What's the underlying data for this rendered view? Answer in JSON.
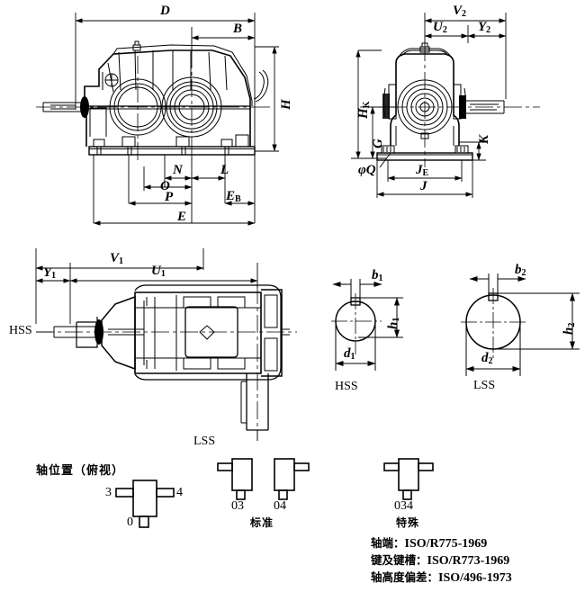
{
  "drawing": {
    "title": "Bevel-helical gear reducer outline dimension drawing",
    "views": {
      "front": {
        "name": "front-elevation-view"
      },
      "end": {
        "name": "end-elevation-view"
      },
      "plan": {
        "name": "plan-view"
      },
      "hss_section": {
        "name": "hss-shaft-section"
      },
      "lss_section": {
        "name": "lss-shaft-section"
      }
    }
  },
  "dimensions": {
    "front": [
      {
        "id": "D",
        "base": "D",
        "sub": ""
      },
      {
        "id": "B",
        "base": "B",
        "sub": ""
      },
      {
        "id": "H",
        "base": "H",
        "sub": ""
      },
      {
        "id": "N",
        "base": "N",
        "sub": ""
      },
      {
        "id": "L",
        "base": "L",
        "sub": ""
      },
      {
        "id": "O",
        "base": "O",
        "sub": ""
      },
      {
        "id": "P",
        "base": "P",
        "sub": ""
      },
      {
        "id": "EB",
        "base": "E",
        "sub": "B"
      },
      {
        "id": "E",
        "base": "E",
        "sub": ""
      }
    ],
    "end": [
      {
        "id": "V2",
        "base": "V",
        "sub": "2"
      },
      {
        "id": "U2",
        "base": "U",
        "sub": "2"
      },
      {
        "id": "Y2",
        "base": "Y",
        "sub": "2"
      },
      {
        "id": "HK",
        "base": "H",
        "sub": "K"
      },
      {
        "id": "G",
        "base": "G",
        "sub": ""
      },
      {
        "id": "K",
        "base": "K",
        "sub": ""
      },
      {
        "id": "Q",
        "base": "φQ",
        "sub": ""
      },
      {
        "id": "JE",
        "base": "J",
        "sub": "E"
      },
      {
        "id": "J",
        "base": "J",
        "sub": ""
      }
    ],
    "plan": [
      {
        "id": "V1",
        "base": "V",
        "sub": "1"
      },
      {
        "id": "Y1",
        "base": "Y",
        "sub": "1"
      },
      {
        "id": "U1",
        "base": "U",
        "sub": "1"
      }
    ],
    "hss_section": [
      {
        "id": "b1",
        "base": "b",
        "sub": "1"
      },
      {
        "id": "h1",
        "base": "h",
        "sub": "1"
      },
      {
        "id": "d1",
        "base": "d",
        "sub": "1"
      }
    ],
    "lss_section": [
      {
        "id": "b2",
        "base": "b",
        "sub": "2"
      },
      {
        "id": "h2",
        "base": "h",
        "sub": "2"
      },
      {
        "id": "d2",
        "base": "d",
        "sub": "2"
      }
    ]
  },
  "labels": {
    "hss_plan": "HSS",
    "lss_plan": "LSS",
    "hss_section": "HSS",
    "lss_section": "LSS",
    "shaft_position_title": "轴位置（俯视）",
    "pos_3": "3",
    "pos_4": "4",
    "pos_0": "0",
    "code_03": "03",
    "code_04": "04",
    "code_034": "034",
    "standard": "标准",
    "special": "特殊"
  },
  "notes": [
    {
      "cn": "轴端：",
      "std": "ISO/R775-1969"
    },
    {
      "cn": "键及键槽：",
      "std": "ISO/R773-1969"
    },
    {
      "cn": "轴高度偏差：",
      "std": "ISO/496-1973"
    }
  ],
  "style": {
    "line_color": "#000000",
    "background": "#ffffff"
  }
}
